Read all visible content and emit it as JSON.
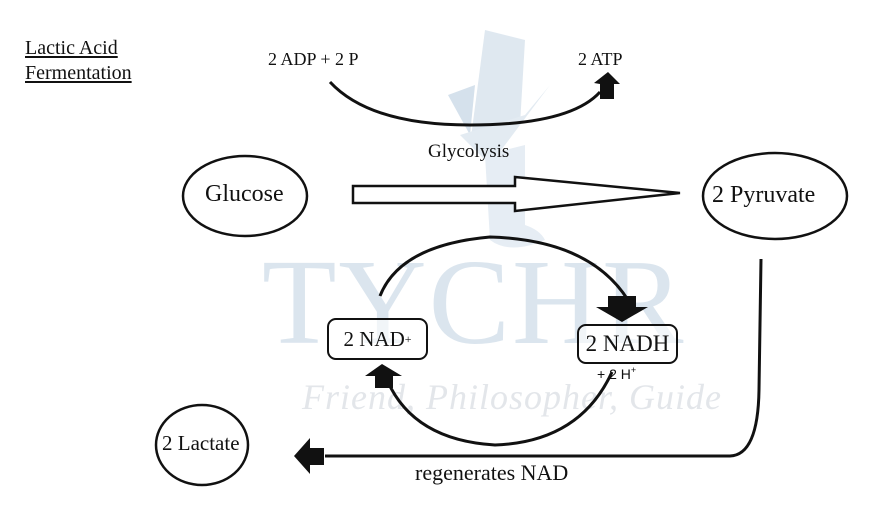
{
  "title": {
    "line1": "Lactic Acid",
    "line2": "Fermentation"
  },
  "watermark": {
    "brand": "TYCHR",
    "tagline": "Friend, Philosopher, Guide",
    "color": "#dbe5ee"
  },
  "top_reaction": {
    "reactants": "2 ADP + 2 P",
    "products": "2 ATP"
  },
  "process_label": "Glycolysis",
  "nodes": {
    "glucose": "Glucose",
    "pyruvate": "2 Pyruvate",
    "lactate": "2 Lactate",
    "nad": "2 NAD",
    "nad_superscript": "+",
    "nadh": "2 NADH",
    "hydrogen": "+ 2 H",
    "hydrogen_superscript": "+"
  },
  "bottom_label": "regenerates NAD",
  "colors": {
    "stroke": "#111111",
    "background": "#ffffff"
  }
}
